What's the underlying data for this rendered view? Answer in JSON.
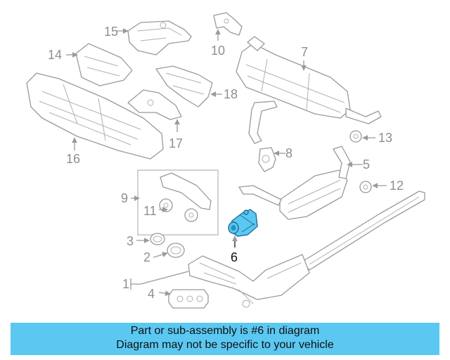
{
  "diagram": {
    "callouts": [
      "1",
      "2",
      "3",
      "4",
      "5",
      "6",
      "7",
      "8",
      "9",
      "10",
      "11",
      "12",
      "13",
      "14",
      "15",
      "16",
      "17",
      "18"
    ],
    "highlight_color": "#5bc8f2",
    "line_color": "#9a9a9a"
  },
  "banner": {
    "line1": "Part or sub-assembly is #6 in diagram",
    "line2": "Diagram may not be specific to your vehicle",
    "background": "#5bc8f2"
  }
}
